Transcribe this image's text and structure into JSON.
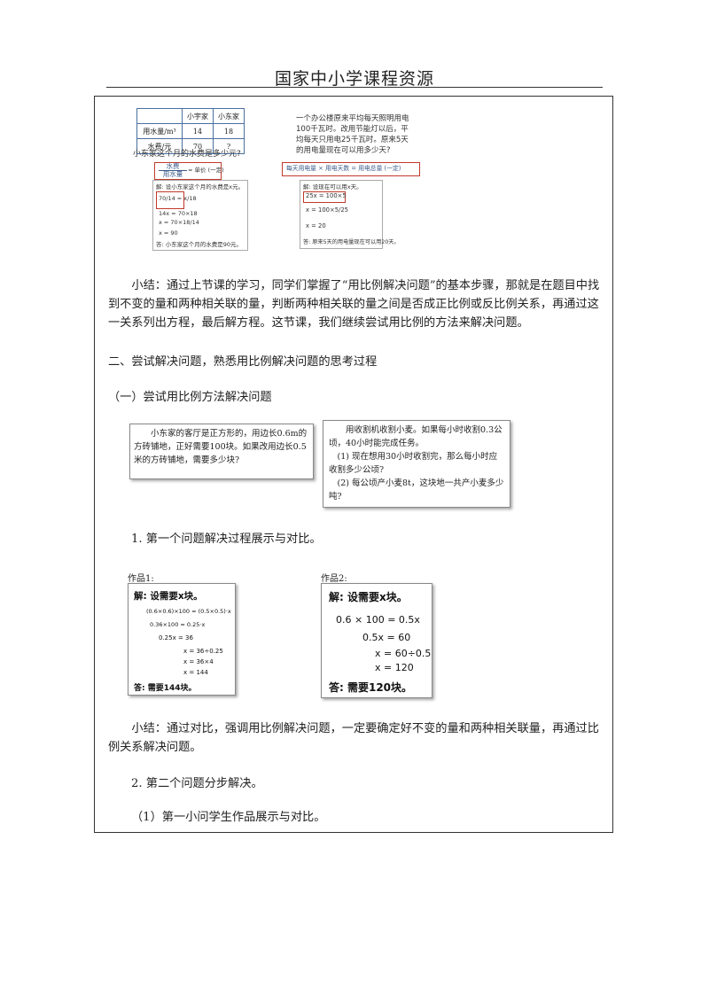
{
  "header": {
    "title": "国家中小学课程资源"
  },
  "example1": {
    "table": {
      "head": [
        "",
        "小宇家",
        "小东家"
      ],
      "rows": [
        [
          "用水量/m³",
          "14",
          "18"
        ],
        [
          "水费/元",
          "70",
          "?"
        ]
      ]
    },
    "question": "小东家这个月的水费是多少元?",
    "relation_top": "水费",
    "relation_bottom": "用水量",
    "relation_tail": "= 单价 (一定)",
    "work": [
      "解: 设小东家这个月的水费是x元。",
      "70/14 = x/18",
      "14x = 70×18",
      "x = 70×18/14",
      "x = 90",
      "答: 小东家这个月的水费是90元。"
    ]
  },
  "example2": {
    "question": "一个办公楼原来平均每天照明用电100千瓦时。改用节能灯以后，平均每天只用电25千瓦时。原来5天的用电量现在可以用多少天?",
    "relation": "每天用电量 × 用电天数 = 用电总量 (一定)",
    "work": [
      "解: 设现在可以用x天。",
      "25x = 100×5",
      "x = 100×5/25",
      "x = 20",
      "答: 原来5天的用电量现在可以用20天。"
    ]
  },
  "summary1": "小结：通过上节课的学习，同学们掌握了“用比例解决问题”的基本步骤，那就是在题目中找到不变的量和两种相关联的量，判断两种相关联的量之间是否成正比例或反比例关系，再通过这一关系列出方程，最后解方程。这节课，我们继续尝试用比例的方法来解决问题。",
  "section2": "二、尝试解决问题，熟悉用比例解决问题的思考过程",
  "section2_1": "（一）尝试用比例方法解决问题",
  "problem1": "小东家的客厅是正方形的，用边长0.6m的方砖铺地，正好需要100块。如果改用边长0.5米的方砖铺地，需要多少块?",
  "problem2": {
    "intro": "用收割机收割小麦。如果每小时收割0.3公顷，40小时能完成任务。",
    "q1": "(1) 现在想用30小时收割完，那么每小时应收割多少公顷?",
    "q2": "(2) 每公顷产小麦8t，这块地一共产小麦多少吨?"
  },
  "item1": "1. 第一个问题解决过程展示与对比。",
  "work1": {
    "label": "作品1:",
    "lines": [
      "解: 设需要x块。",
      "(0.6×0.6)×100 = (0.5×0.5)·x",
      "0.36×100 = 0.25·x",
      "0.25x = 36",
      "x = 36÷0.25",
      "x = 36×4",
      "x = 144",
      "答: 需要144块。"
    ]
  },
  "work2": {
    "label": "作品2:",
    "lines": [
      "解: 设需要x块。",
      "0.6 × 100 = 0.5x",
      "0.5x = 60",
      "x = 60÷0.5",
      "x = 120",
      "答: 需要120块。"
    ]
  },
  "summary2": "小结：通过对比，强调用比例解决问题，一定要确定好不变的量和两种相关联量，再通过比例关系解决问题。",
  "item2": "2. 第二个问题分步解决。",
  "item2_1": "（1）第一小问学生作品展示与对比。"
}
